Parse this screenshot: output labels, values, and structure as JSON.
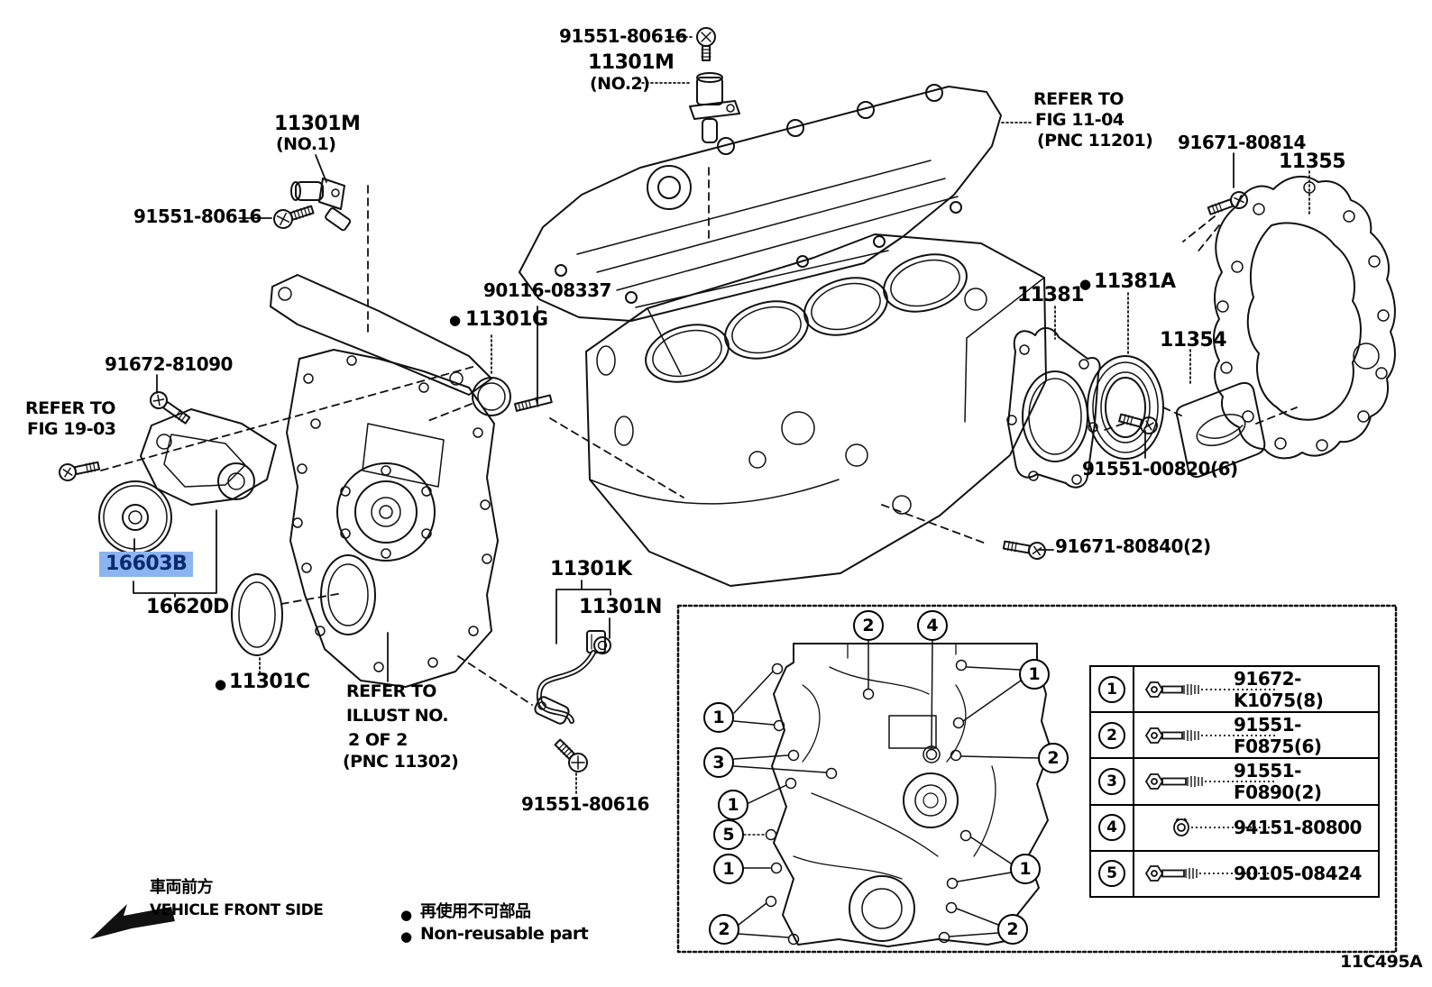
{
  "figure": {
    "code": "11C495A",
    "selected_part": "16603B"
  },
  "colors": {
    "background": "#FFFFFF",
    "line": "#111111",
    "highlight_bg": "#8CB4F0",
    "highlight_text": "#0A2A6E"
  },
  "icons": {
    "front_direction_arrow": "arrow-down-left",
    "non_reusable_marker": "filled-circle",
    "legend_fastener_rows_1_2_3_5": "hex-bolt-icon",
    "legend_fastener_row_4": "flange-nut-icon"
  },
  "labels": {
    "dot": "●",
    "p91551_80616": "91551-80616",
    "p11301M": "11301M",
    "no1": "(NO.1)",
    "no2": "(NO.2)",
    "refer_to": "REFER TO",
    "fig_11_04": "FIG 11-04",
    "pnc_11201": "(PNC 11201)",
    "fig_19_03": "FIG 19-03",
    "illust_no": "ILLUST NO.",
    "two_of_two": "2 OF 2",
    "pnc_11302": "(PNC 11302)",
    "p91671_80814": "91671-80814",
    "p11355": "11355",
    "p90116_08337": "90116-08337",
    "p11301G": "11301G",
    "p11381": "11381",
    "p11381A": "11381A",
    "p11354": "11354",
    "p91551_00820": "91551-00820(6)",
    "p91672_81090": "91672-81090",
    "p16603B": "16603B",
    "p16620D": "16620D",
    "p91671_80840": "91671-80840(2)",
    "p11301K": "11301K",
    "p11301N": "11301N",
    "p11301C": "11301C",
    "front_jp": "車両前方",
    "front_en": "VEHICLE FRONT SIDE",
    "nonreuse_jp": "再使用不可部品",
    "nonreuse_en": "Non-reusable part",
    "fig_code": "11C495A"
  },
  "callout_numbers": {
    "n1": "1",
    "n2": "2",
    "n3": "3",
    "n4": "4",
    "n5": "5"
  },
  "legend_table": {
    "rows": [
      {
        "num": "1",
        "part": "91672-K1075(8)",
        "icon": "hex-bolt-icon"
      },
      {
        "num": "2",
        "part": "91551-F0875(6)",
        "icon": "hex-bolt-icon"
      },
      {
        "num": "3",
        "part": "91551-F0890(2)",
        "icon": "hex-bolt-icon"
      },
      {
        "num": "4",
        "part": "94151-80800",
        "icon": "flange-nut-icon"
      },
      {
        "num": "5",
        "part": "90105-08424",
        "icon": "hex-bolt-icon"
      }
    ]
  }
}
